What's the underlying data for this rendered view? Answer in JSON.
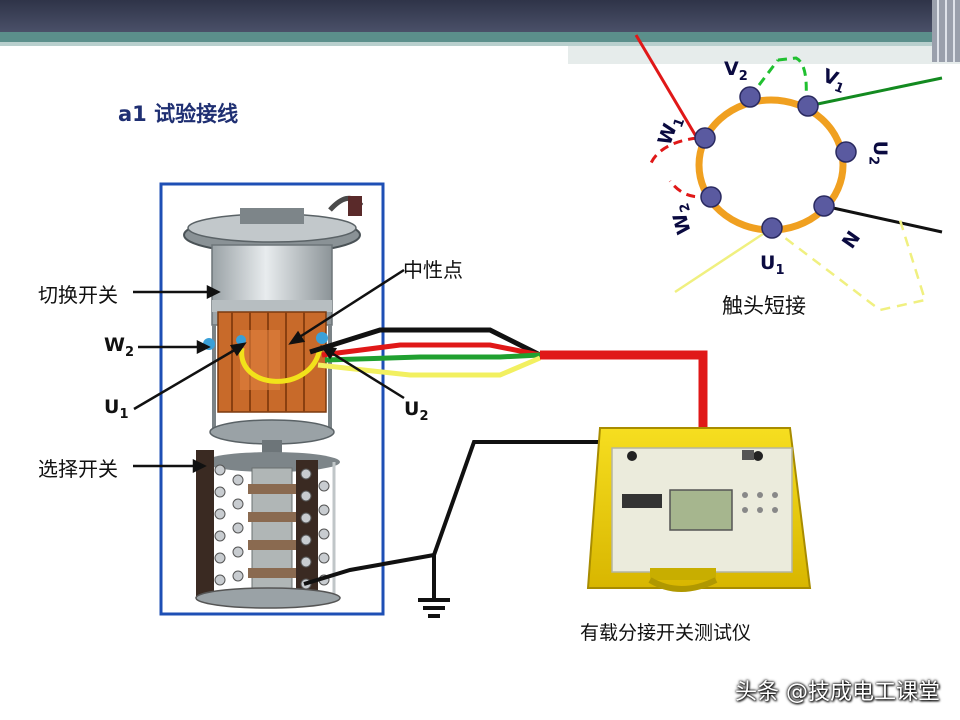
{
  "slide_title": "a1 试验接线",
  "labels": {
    "switching_switch": "切换开关",
    "neutral_point": "中性点",
    "w2": "W",
    "w2_sub": "2",
    "u1": "U",
    "u1_sub": "1",
    "u2": "U",
    "u2_sub": "2",
    "selector_switch": "选择开关",
    "tester": "有载分接开关测试仪"
  },
  "contact_diagram": {
    "caption": "触头短接",
    "contacts": [
      {
        "label": "V",
        "sub": "2"
      },
      {
        "label": "V",
        "sub": "1"
      },
      {
        "label": "U",
        "sub": "2"
      },
      {
        "label": "N",
        "sub": ""
      },
      {
        "label": "U",
        "sub": "1"
      },
      {
        "label": "W",
        "sub": "2"
      },
      {
        "label": "W",
        "sub": "1"
      }
    ]
  },
  "watermark": "头条 @技成电工课堂",
  "colors": {
    "header_bar": "#3e4459",
    "header_stripe": "#5b8f8b",
    "frame_blue": "#1e4fb5",
    "ring_orange": "#f0a020",
    "contact_fill": "#5a5aa0",
    "wire_red": "#e01818",
    "wire_green": "#20a030",
    "wire_yellow": "#f2f060",
    "tester_yellow": "#f0d000"
  }
}
